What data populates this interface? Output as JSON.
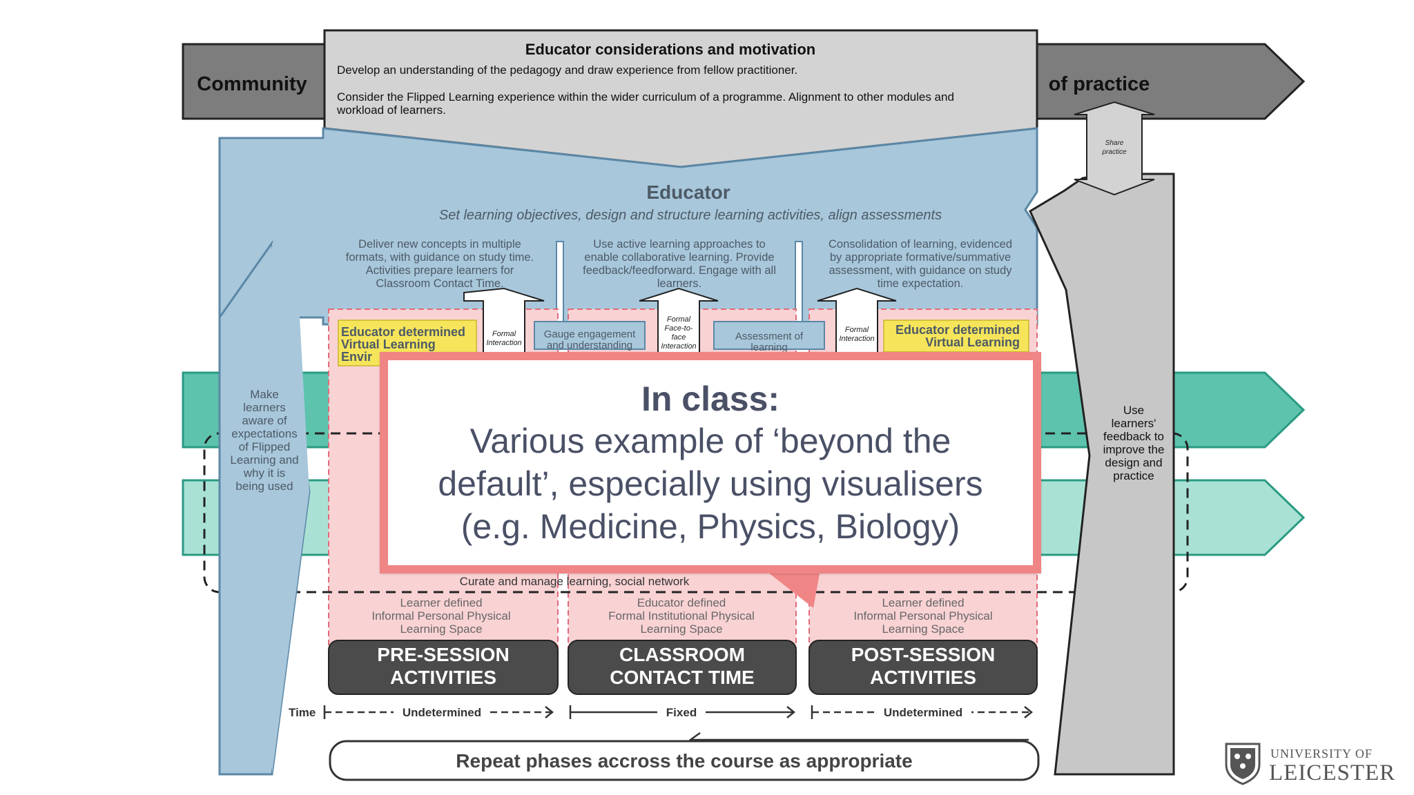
{
  "top": {
    "community": "Community",
    "of_practice": "of practice",
    "title": "Educator considerations and motivation",
    "line1": "Develop an understanding of the pedagogy and draw experience from fellow practitioner.",
    "line2a": "Consider the Flipped Learning experience within the wider curriculum of a programme. Alignment to other modules and",
    "line2b": "workload of learners.",
    "share_1": "Share",
    "share_2": "practice"
  },
  "educator": {
    "title": "Educator",
    "subtitle": "Set learning objectives, design and structure learning activities, align assessments",
    "col1": [
      "Deliver new concepts in multiple",
      "formats, with guidance on study time.",
      "Activities prepare learners for",
      "Classroom Contact Time."
    ],
    "col2": [
      "Use active learning approaches to",
      "enable collaborative learning. Provide",
      "feedback/feedforward. Engage with all",
      "learners."
    ],
    "col3": [
      "Consolidation of learning, evidenced",
      "by appropriate formative/summative",
      "assessment, with guidance on study",
      "time expectation."
    ]
  },
  "left_arrow": [
    "Make",
    "learners",
    "aware of",
    "expectations",
    "of Flipped",
    "Learning and",
    "why it is",
    "being used"
  ],
  "right_arrow": [
    "Use",
    "learners'",
    "feedback to",
    "improve the",
    "design and",
    "practice"
  ],
  "pink_labels": {
    "vle_left": [
      "Educator determined",
      "Virtual Learning",
      "Envir"
    ],
    "vle_right": [
      "Educator determined",
      "Virtual Learning"
    ],
    "formal_left": [
      "Formal",
      "Interaction"
    ],
    "formal_mid": [
      "Formal",
      "Face-to-",
      "face",
      "Interaction"
    ],
    "formal_right": [
      "Formal",
      "Interaction"
    ],
    "gauge": [
      "Gauge engagement",
      "and understanding"
    ],
    "assessment": [
      "Assessment of",
      "learning"
    ],
    "curate": "Curate and manage learning, social network"
  },
  "spaces": {
    "pre": [
      "Learner defined",
      "Informal Personal Physical",
      "Learning Space"
    ],
    "class": [
      "Educator defined",
      "Formal Institutional Physical",
      "Learning Space"
    ],
    "post": [
      "Learner defined",
      "Informal Personal Physical",
      "Learning Space"
    ]
  },
  "phases": {
    "pre": [
      "PRE-SESSION",
      "ACTIVITIES"
    ],
    "class": [
      "CLASSROOM",
      "CONTACT TIME"
    ],
    "post": [
      "POST-SESSION",
      "ACTIVITIES"
    ]
  },
  "time": {
    "label": "Time",
    "pre": "Undetermined",
    "class": "Fixed",
    "post": "Undetermined"
  },
  "repeat": "Repeat phases accross the course as appropriate",
  "callout": {
    "title": "In class:",
    "lines": [
      "Various example of ‘beyond the",
      "default’, especially using visualisers",
      "(e.g. Medicine, Physics, Biology)"
    ]
  },
  "logo": {
    "line1": "UNIVERSITY OF",
    "line2": "LEICESTER"
  },
  "colors": {
    "grey_dark": "#7a7a7a",
    "grey_light": "#d4d4d4",
    "blue": "#a9c8dc",
    "teal": "#5cc4ae",
    "teal_light": "#a9e2d6",
    "pink": "#f9d3d5",
    "yellow": "#f6e65a",
    "phase": "#4a4a4a",
    "callout_border": "#f08585"
  }
}
